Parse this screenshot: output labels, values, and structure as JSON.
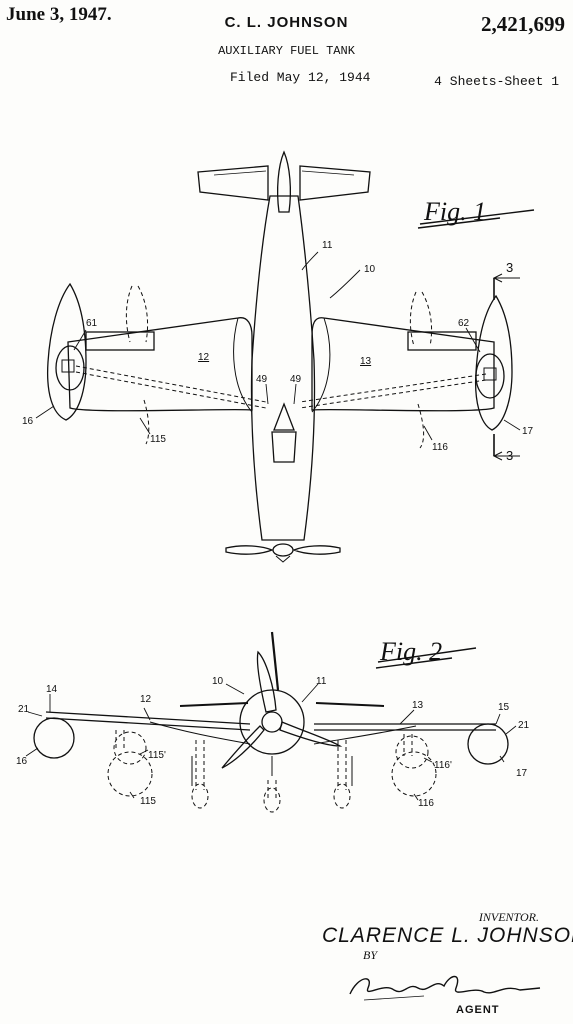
{
  "header": {
    "date": "June 3, 1947.",
    "inventor": "C. L. JOHNSON",
    "patent_number": "2,421,699",
    "title": "AUXILIARY FUEL TANK",
    "filed": "Filed May 12, 1944",
    "sheets": "4 Sheets-Sheet 1"
  },
  "figures": {
    "fig1": {
      "label": "Fig. 1",
      "refs": [
        "11",
        "10",
        "3",
        "3",
        "61",
        "62",
        "12",
        "13",
        "49",
        "49",
        "16",
        "17",
        "115",
        "116"
      ]
    },
    "fig2": {
      "label": "Fig. 2",
      "refs": [
        "10",
        "11",
        "14",
        "21",
        "12",
        "13",
        "15",
        "21",
        "16",
        "115'",
        "116'",
        "17",
        "115",
        "116"
      ]
    }
  },
  "signature": {
    "inventor_label": "INVENTOR.",
    "inventor_name": "CLARENCE L. JOHNSON",
    "by": "BY",
    "agent_signature": "George C. Sullivan",
    "agent_label": "AGENT"
  }
}
